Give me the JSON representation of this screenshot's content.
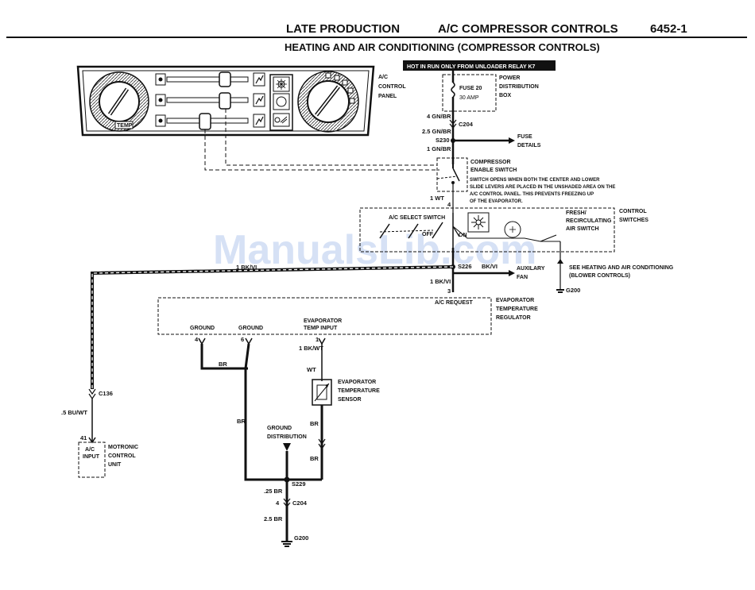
{
  "header": {
    "production": "LATE PRODUCTION",
    "section": "A/C COMPRESSOR CONTROLS",
    "page_no": "6452-1",
    "subtitle": "HEATING AND AIR CONDITIONING (COMPRESSOR CONTROLS)"
  },
  "watermark": "ManualsLib.com",
  "control_panel": {
    "label_lines": [
      "A/C",
      "CONTROL",
      "PANEL"
    ],
    "temp_knob": "TEMP"
  },
  "hot_bar": "HOT IN RUN ONLY FROM UNLOADER RELAY K7",
  "fuse": {
    "name": "FUSE 20",
    "rating": "30 AMP",
    "box_lines": [
      "POWER",
      "DISTRIBUTION",
      "BOX"
    ]
  },
  "wires": {
    "w_4gnbr": "4 GN/BR",
    "c204_top": "C204",
    "w_25gnbr": "2.5 GN/BR",
    "s230": "S230",
    "w_1gnbr": "1 GN/BR",
    "w_1wt": "1 WT",
    "pin4": "4",
    "w_1bkvi_left": "1 BK/VI",
    "s226": "S226",
    "w_bkvi_right": "BK/VI",
    "w_1bkvi_down": "1 BK/VI",
    "pin3": "3",
    "c136": "C136",
    "w_5buwt": ".5 BU/WT",
    "pin41": "41",
    "pin_g4": "4",
    "pin_g6": "6",
    "pin_t1": "1",
    "w_br_a": "BR",
    "w_br_b": "BR",
    "w_1bkwt": "1 BK/WT",
    "w_wt": "WT",
    "w_br_c": "BR",
    "w_br_d": "BR",
    "s229": "S229",
    "w_25br": ".25 BR",
    "pin4b": "4",
    "c204_bot": "C204",
    "w_25br_b": "2.5 BR",
    "g200_bot": "G200",
    "g200_right": "G200"
  },
  "fuse_details": [
    "FUSE",
    "DETAILS"
  ],
  "compressor_switch": {
    "label_lines": [
      "COMPRESSOR",
      "ENABLE SWITCH"
    ],
    "note_lines": [
      "SWITCH OPENS WHEN BOTH THE CENTER AND LOWER",
      "SLIDE LEVERS ARE PLACED IN THE UNSHADED AREA ON THE",
      "A/C CONTROL PANEL. THIS PREVENTS FREEZING UP",
      "OF THE EVAPORATOR."
    ]
  },
  "control_switches": {
    "label_lines": [
      "CONTROL",
      "SWITCHES"
    ],
    "ac_select": "A/C SELECT SWITCH",
    "off": "OFF",
    "on": "ON",
    "fresh_lines": [
      "FRESH/",
      "RECIRCULATING",
      "AIR SWITCH"
    ]
  },
  "aux_fan": [
    "AUXILARY",
    "FAN"
  ],
  "see_note": [
    "SEE HEATING AND AIR CONDITIONING",
    "(BLOWER CONTROLS)"
  ],
  "regulator": {
    "ac_request": "A/C REQUEST",
    "label_lines": [
      "EVAPORATOR",
      "TEMPERATURE",
      "REGULATOR"
    ],
    "ground1": "GROUND",
    "ground2": "GROUND",
    "temp_input_lines": [
      "EVAPORATOR",
      "TEMP INPUT"
    ]
  },
  "sensor": {
    "label_lines": [
      "EVAPORATOR",
      "TEMPERATURE",
      "SENSOR"
    ]
  },
  "motronic": {
    "inner_lines": [
      "A/C",
      "INPUT"
    ],
    "label_lines": [
      "MOTRONIC",
      "CONTROL",
      "UNIT"
    ]
  },
  "ground_dist": [
    "GROUND",
    "DISTRIBUTION"
  ]
}
